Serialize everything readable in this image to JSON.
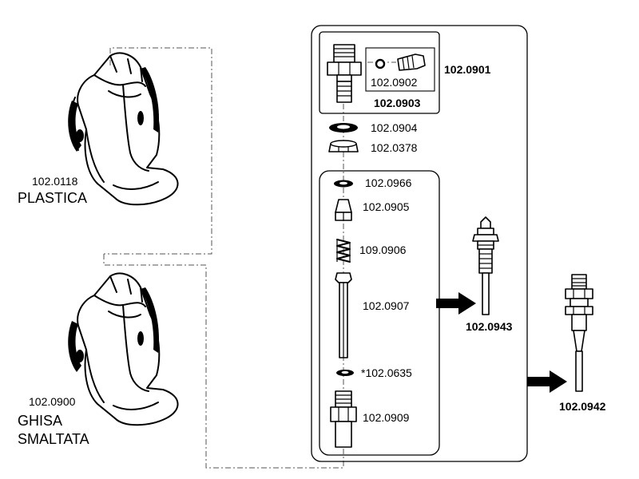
{
  "brackets": [
    {
      "code": "102.0118",
      "material": "PLASTICA"
    },
    {
      "code": "102.0900",
      "material_line1": "GHISA",
      "material_line2": "SMALTATA"
    }
  ],
  "valve_assembly": {
    "head_group": {
      "code": "102.0901",
      "inner_code": "102.0903",
      "screw_code": "102.0902"
    },
    "parts": [
      {
        "code": "102.0904"
      },
      {
        "code": "102.0378"
      }
    ],
    "inner_group": {
      "parts": [
        {
          "code": "102.0966"
        },
        {
          "code": "102.0905"
        },
        {
          "code": "109.0906"
        },
        {
          "code": "102.0907"
        },
        {
          "code": "*102.0635"
        },
        {
          "code": "102.0909"
        }
      ]
    }
  },
  "assemblies": [
    {
      "code": "102.0943"
    },
    {
      "code": "102.0942"
    }
  ]
}
